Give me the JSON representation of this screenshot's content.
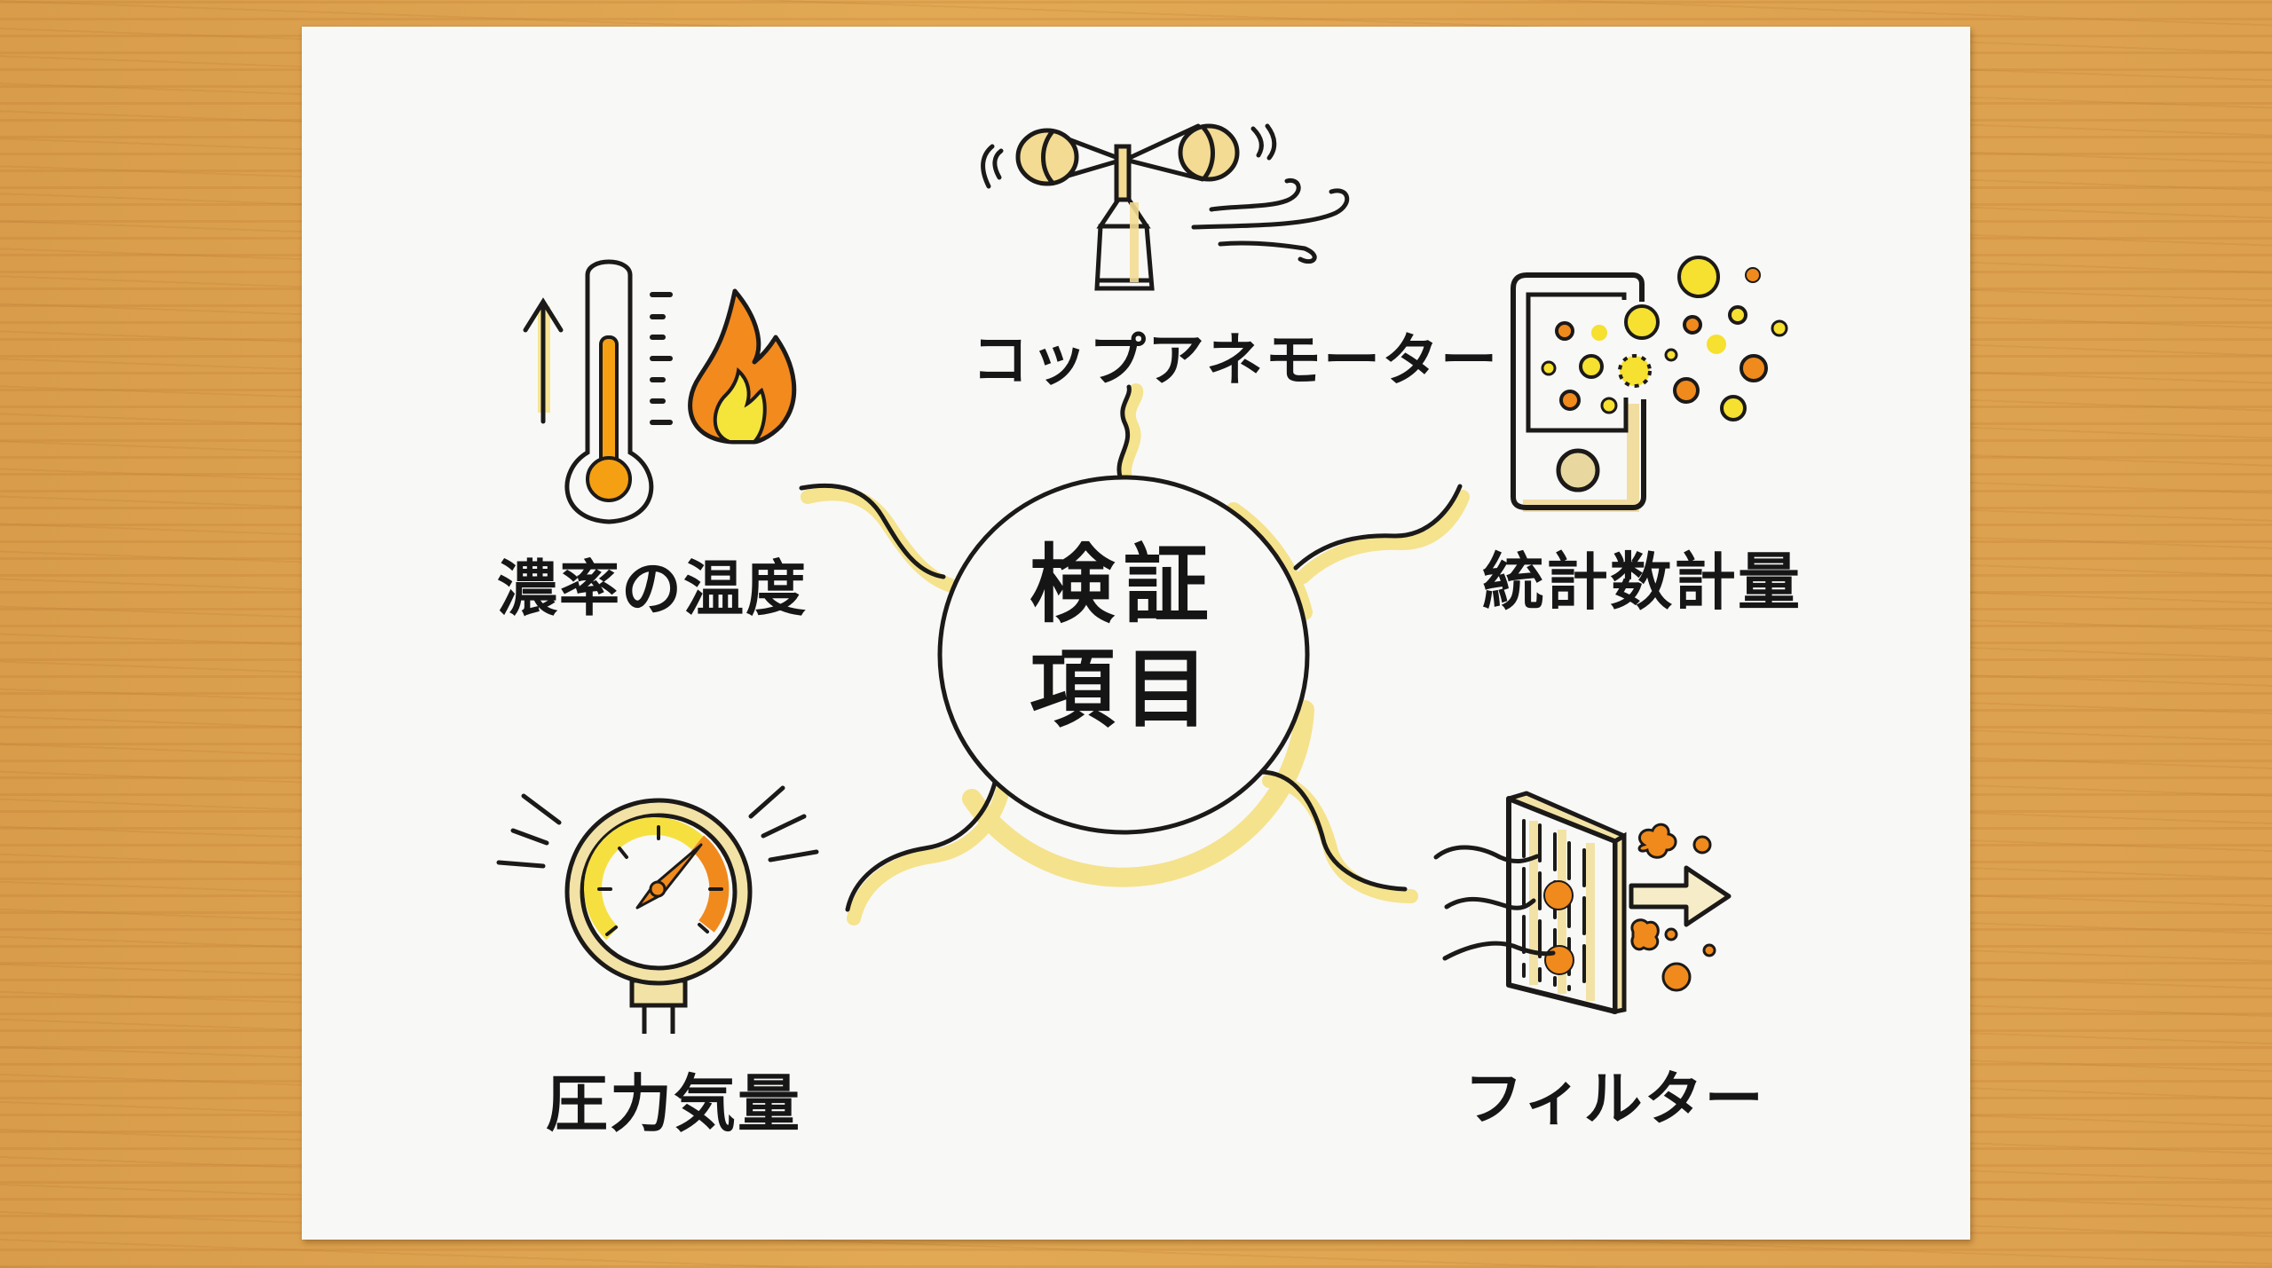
{
  "diagram": {
    "type": "mind-map",
    "medium": "hand-drawn marker illustration on white paper over wooden table",
    "center": {
      "line1": "検証",
      "line2": "項目",
      "full_text": "検証項目"
    },
    "branches": [
      {
        "id": "top",
        "label": "コップアネモーター",
        "icon": "cup-anemometer-icon"
      },
      {
        "id": "upper-left",
        "label": "濃率の温度",
        "icon": "thermometer-flame-icon"
      },
      {
        "id": "upper-right",
        "label": "統計数計量",
        "icon": "particle-counter-icon"
      },
      {
        "id": "lower-left",
        "label": "圧力気量",
        "icon": "pressure-gauge-icon"
      },
      {
        "id": "lower-right",
        "label": "フィルター",
        "icon": "filter-icon"
      }
    ]
  },
  "colors": {
    "ink": "#1A1A1A",
    "highlight_yellow": "#F7E27A",
    "pale_yellow": "#F2E2A6",
    "orange": "#F08A1C",
    "bright_yellow": "#F6E020",
    "paper": "#F8F8F7",
    "wood": "#DCA04E"
  }
}
